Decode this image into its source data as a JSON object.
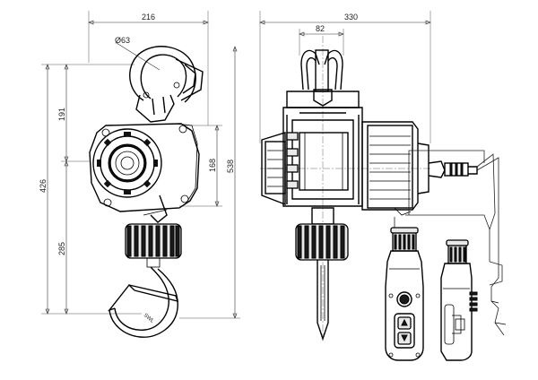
{
  "dimensions": {
    "width_front": "216",
    "width_side": "330",
    "hook_width": "82",
    "hook_opening": "Ø63",
    "total_height": "426",
    "upper_height": "191",
    "lower_height": "285",
    "body_height": "168",
    "body_height_full": "538"
  },
  "labels": {
    "hook_text": "SWL"
  }
}
